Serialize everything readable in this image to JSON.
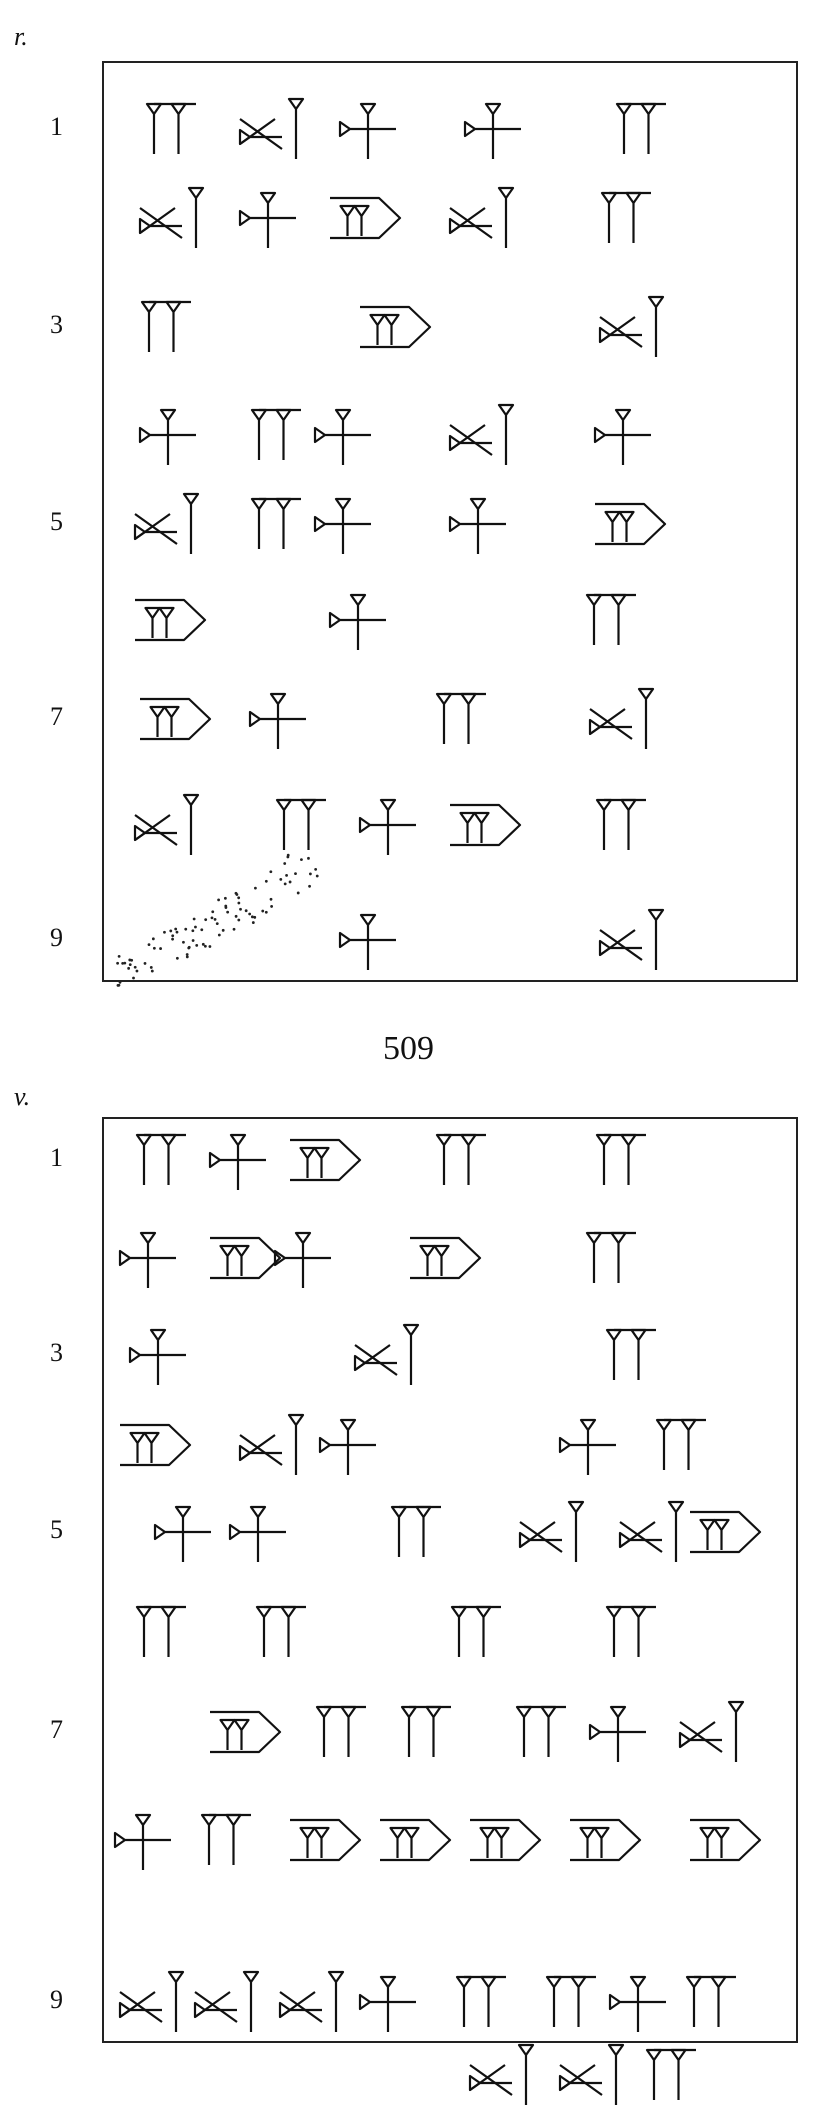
{
  "obverse": {
    "side_label": "r.",
    "line_numbers": [
      "1",
      "3",
      "5",
      "7",
      "9"
    ]
  },
  "page_number": "509",
  "reverse": {
    "side_label": "v.",
    "line_numbers": [
      "1",
      "3",
      "5",
      "7",
      "9"
    ]
  }
}
